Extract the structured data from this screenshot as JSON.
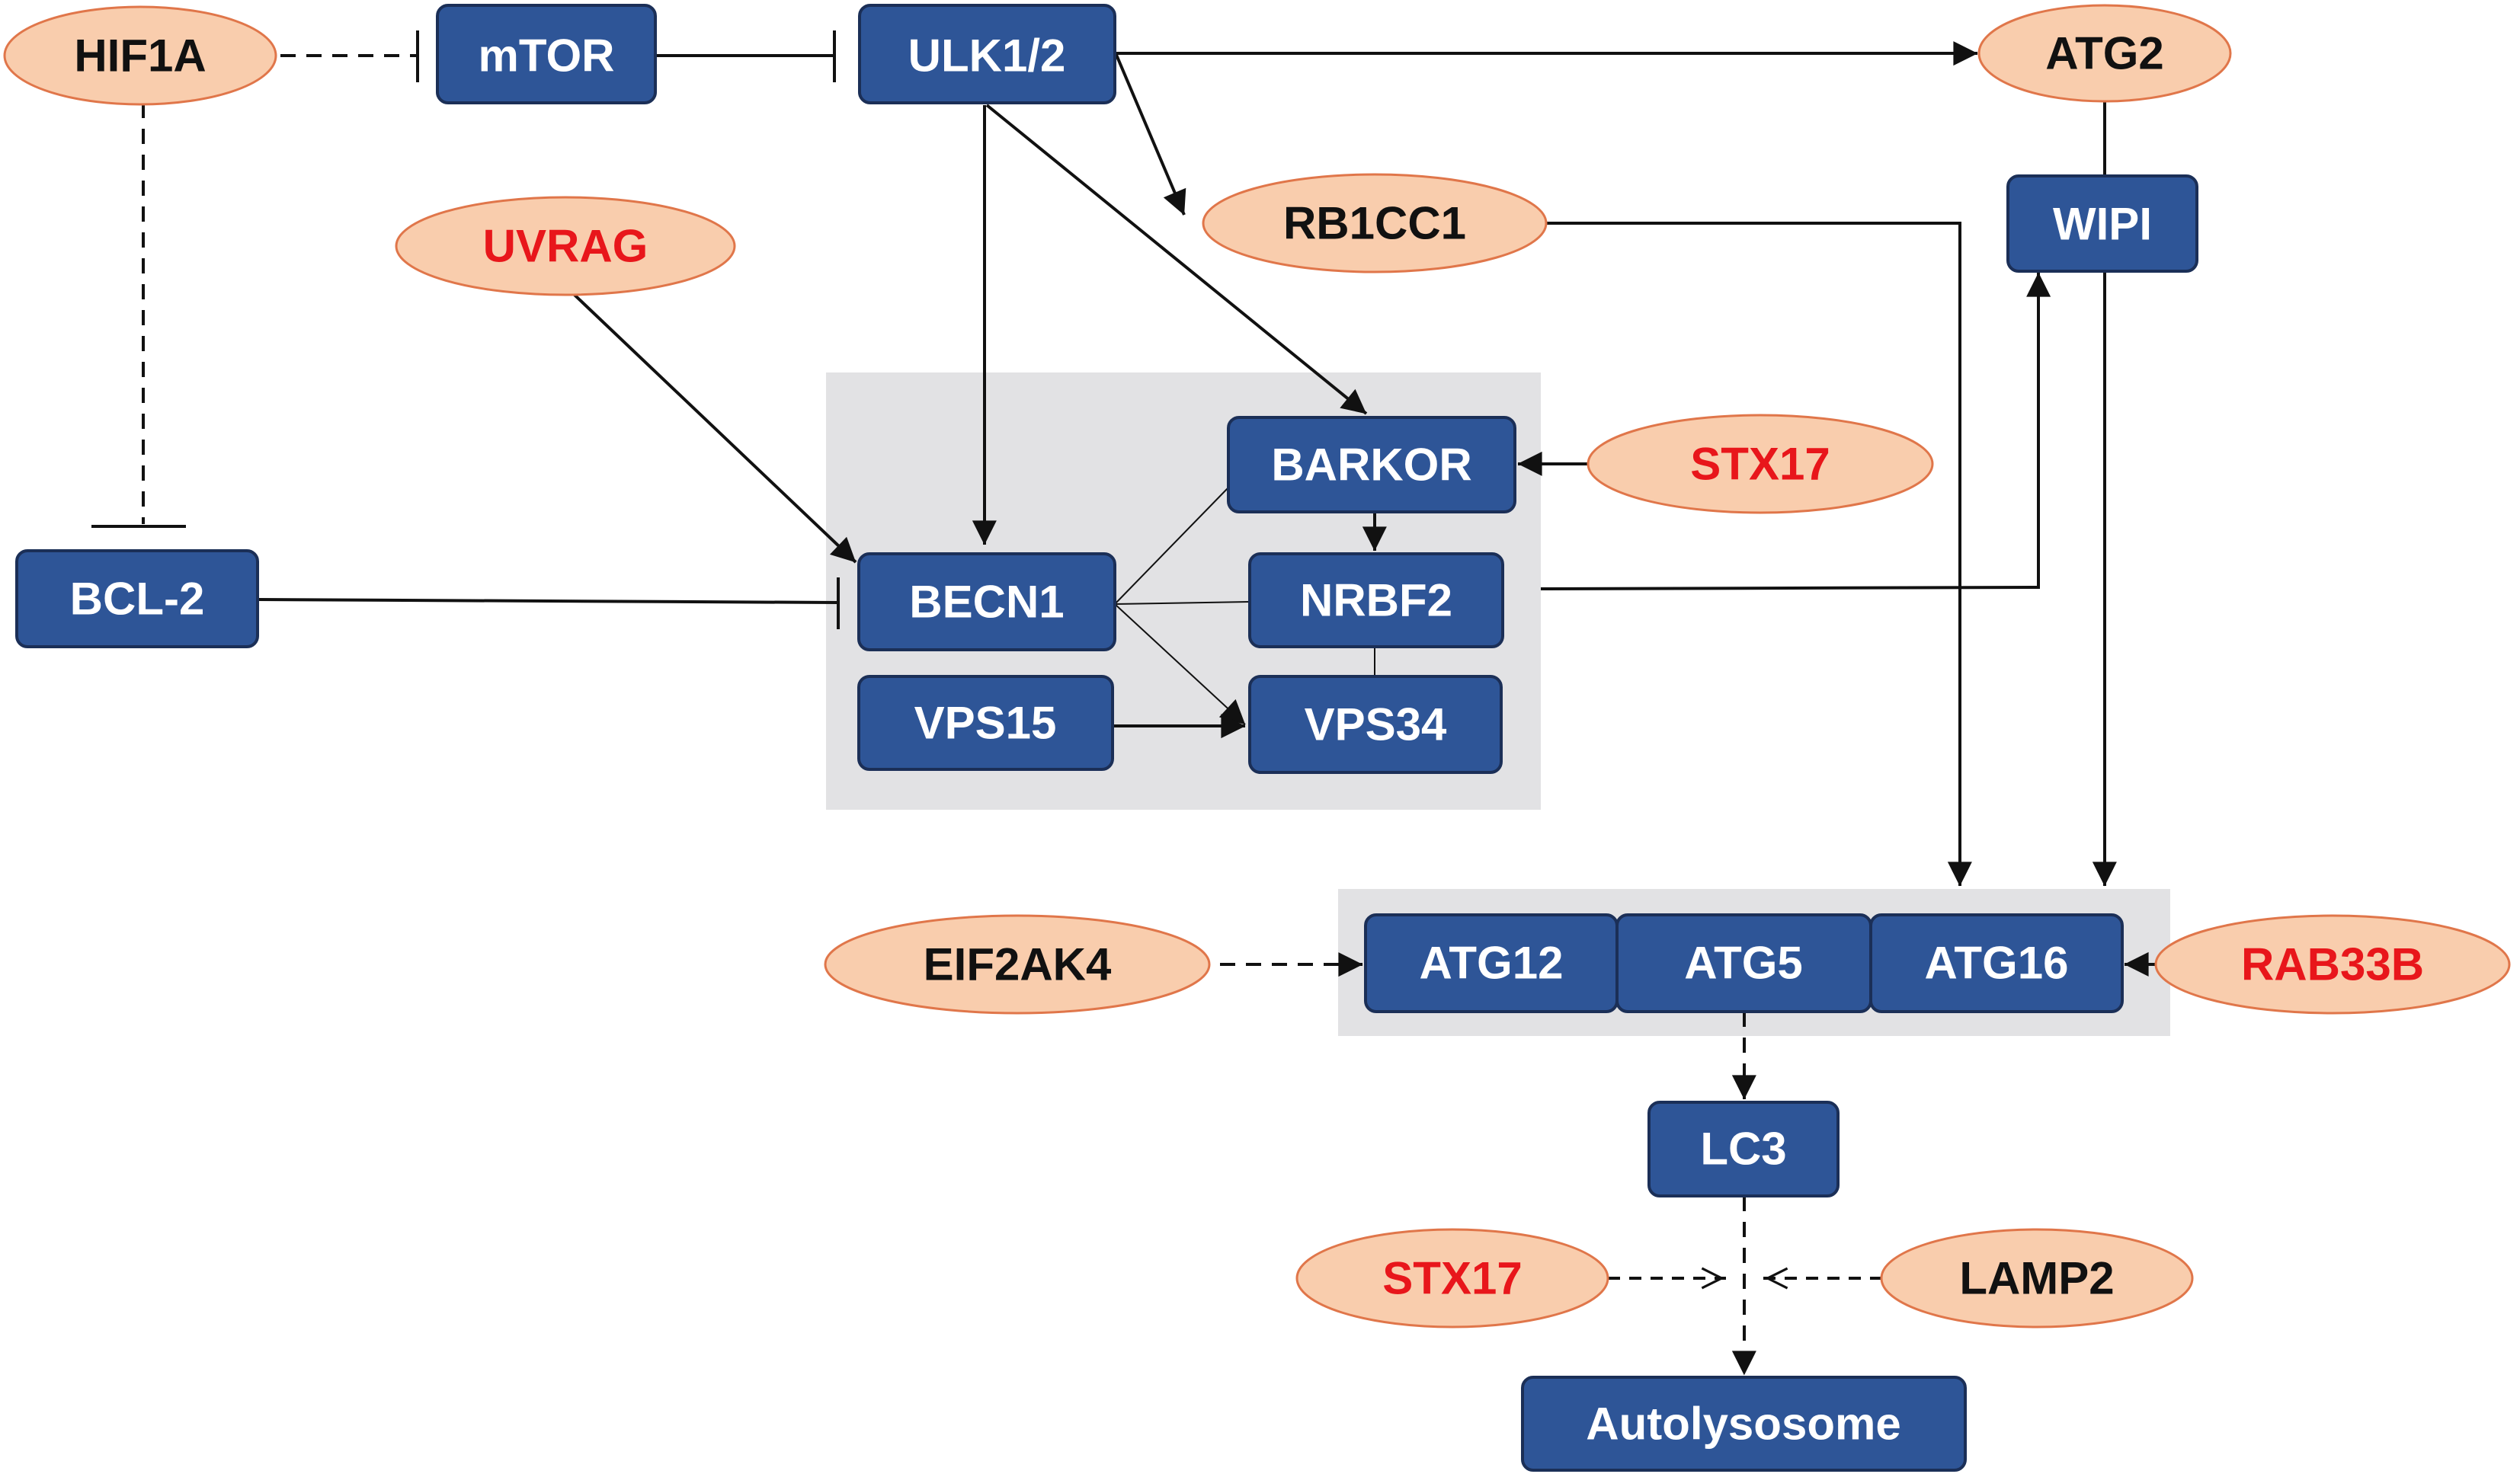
{
  "colors": {
    "box_fill": "#2e5597",
    "box_stroke": "#1b2f57",
    "oval_fill": "#f9cdad",
    "oval_stroke": "#e0764a",
    "group_fill": "#e2e2e4",
    "edge": "#111111",
    "text_red": "#e8161b",
    "text_black": "#111111",
    "text_white": "#ffffff"
  },
  "nodes": {
    "hif1a": "HIF1A",
    "mtor": "mTOR",
    "ulk": "ULK1/2",
    "atg2": "ATG2",
    "uvrag": "UVRAG",
    "rb1cc1": "RB1CC1",
    "wipi": "WIPI",
    "barkor": "BARKOR",
    "stx17_top": "STX17",
    "bcl2": "BCL-2",
    "becn1": "BECN1",
    "nrbf2": "NRBF2",
    "vps15": "VPS15",
    "vps34": "VPS34",
    "eif2ak4": "EIF2AK4",
    "atg12": "ATG12",
    "atg5": "ATG5",
    "atg16": "ATG16",
    "rab33b": "RAB33B",
    "lc3": "LC3",
    "stx17_bottom": "STX17",
    "lamp2": "LAMP2",
    "autolysosome": "Autolysosome"
  },
  "node_styles": {
    "box": [
      "mtor",
      "ulk",
      "wipi",
      "barkor",
      "bcl2",
      "becn1",
      "nrbf2",
      "vps15",
      "vps34",
      "atg12",
      "atg5",
      "atg16",
      "lc3",
      "autolysosome"
    ],
    "oval_red_text": [
      "uvrag",
      "stx17_top",
      "rab33b",
      "stx17_bottom"
    ],
    "oval_black_text": [
      "hif1a",
      "atg2",
      "rb1cc1",
      "eif2ak4",
      "lamp2"
    ]
  },
  "edges": [
    {
      "from": "HIF1A",
      "to": "mTOR",
      "type": "inhibition",
      "style": "dashed"
    },
    {
      "from": "HIF1A",
      "to": "BCL-2",
      "type": "inhibition",
      "style": "dashed"
    },
    {
      "from": "mTOR",
      "to": "ULK1/2",
      "type": "inhibition",
      "style": "solid"
    },
    {
      "from": "ULK1/2",
      "to": "ATG2",
      "type": "activation",
      "style": "solid"
    },
    {
      "from": "ULK1/2",
      "to": "RB1CC1",
      "type": "activation",
      "style": "solid"
    },
    {
      "from": "ULK1/2",
      "to": "BECN1",
      "type": "activation",
      "style": "solid"
    },
    {
      "from": "ULK1/2",
      "to": "BARKOR",
      "type": "activation",
      "style": "solid"
    },
    {
      "from": "UVRAG",
      "to": "BECN1",
      "type": "activation",
      "style": "solid"
    },
    {
      "from": "BCL-2",
      "to": "BECN1",
      "type": "inhibition",
      "style": "solid"
    },
    {
      "from": "STX17",
      "to": "BARKOR",
      "type": "activation",
      "style": "solid"
    },
    {
      "from": "BARKOR",
      "to": "NRBF2",
      "type": "activation",
      "style": "solid"
    },
    {
      "from": "BECN1",
      "to": "BARKOR",
      "type": "association",
      "style": "solid"
    },
    {
      "from": "BECN1",
      "to": "NRBF2",
      "type": "association",
      "style": "solid"
    },
    {
      "from": "BECN1",
      "to": "VPS34",
      "type": "activation",
      "style": "solid"
    },
    {
      "from": "VPS15",
      "to": "VPS34",
      "type": "activation",
      "style": "solid"
    },
    {
      "from": "NRBF2",
      "to": "VPS34",
      "type": "association",
      "style": "solid"
    },
    {
      "from": "NRBF2",
      "to": "WIPI",
      "type": "activation",
      "style": "solid"
    },
    {
      "from": "ATG2",
      "to": "WIPI",
      "type": "association",
      "style": "solid"
    },
    {
      "from": "WIPI",
      "to": "ATG16",
      "type": "activation",
      "style": "solid"
    },
    {
      "from": "RB1CC1",
      "to": "ATG16",
      "type": "activation",
      "style": "solid"
    },
    {
      "from": "EIF2AK4",
      "to": "ATG12",
      "type": "activation",
      "style": "dashed"
    },
    {
      "from": "RAB33B",
      "to": "ATG16",
      "type": "activation",
      "style": "solid"
    },
    {
      "from": "ATG5",
      "to": "LC3",
      "type": "activation",
      "style": "dashed"
    },
    {
      "from": "LC3",
      "to": "Autolysosome",
      "type": "activation",
      "style": "dashed"
    },
    {
      "from": "STX17",
      "to": "Autolysosome",
      "type": "activation",
      "style": "dashed"
    },
    {
      "from": "LAMP2",
      "to": "Autolysosome",
      "type": "activation",
      "style": "dashed"
    }
  ]
}
